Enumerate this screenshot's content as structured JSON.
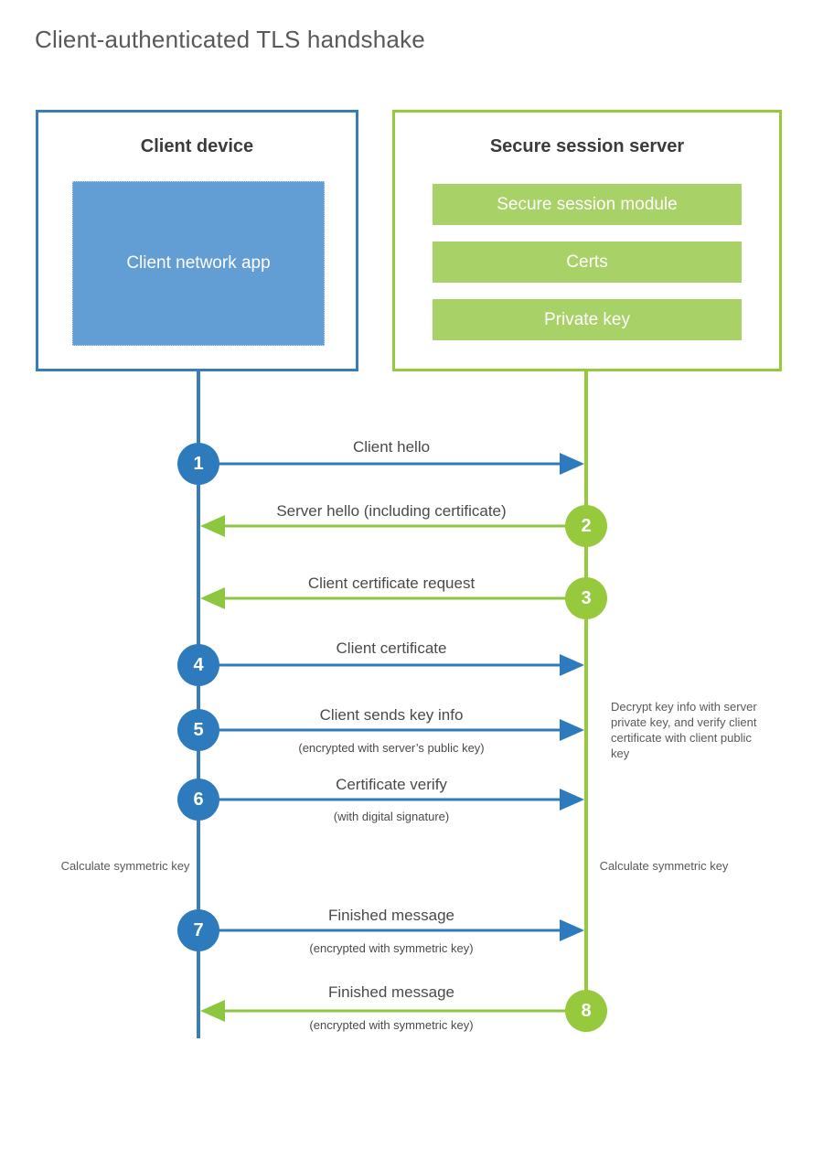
{
  "title": "Client-authenticated TLS handshake",
  "colors": {
    "client_blue": "#3a7cba",
    "client_app_fill": "#629dd4",
    "server_green": "#97c93d",
    "server_bar_fill": "#a8d268",
    "step_blue": "#2d7bbd",
    "step_green": "#97c93d",
    "text_gray": "#58595b"
  },
  "actors": {
    "client": {
      "title": "Client device",
      "app_label": "Client network app"
    },
    "server": {
      "title": "Secure session server",
      "components": [
        "Secure session module",
        "Certs",
        "Private key"
      ]
    }
  },
  "steps": [
    {
      "number": "1",
      "label": "Client hello",
      "sublabel": "",
      "side": "client"
    },
    {
      "number": "2",
      "label": "Server hello (including certificate)",
      "sublabel": "",
      "side": "server"
    },
    {
      "number": "3",
      "label": "Client certificate request",
      "sublabel": "",
      "side": "server"
    },
    {
      "number": "4",
      "label": "Client certificate",
      "sublabel": "",
      "side": "client"
    },
    {
      "number": "5",
      "label": "Client sends key info",
      "sublabel": "(encrypted with server’s public key)",
      "side": "client"
    },
    {
      "number": "6",
      "label": "Certificate verify",
      "sublabel": "(with digital signature)",
      "side": "client"
    },
    {
      "number": "7",
      "label": "Finished message",
      "sublabel": "(encrypted with symmetric key)",
      "side": "client"
    },
    {
      "number": "8",
      "label": "Finished message",
      "sublabel": "(encrypted with symmetric key)",
      "side": "server"
    }
  ],
  "annotations": {
    "server_decrypt": "Decrypt key info with server private key, and verify client certificate with client public key",
    "client_calc": "Calculate symmetric key",
    "server_calc": "Calculate symmetric key"
  }
}
